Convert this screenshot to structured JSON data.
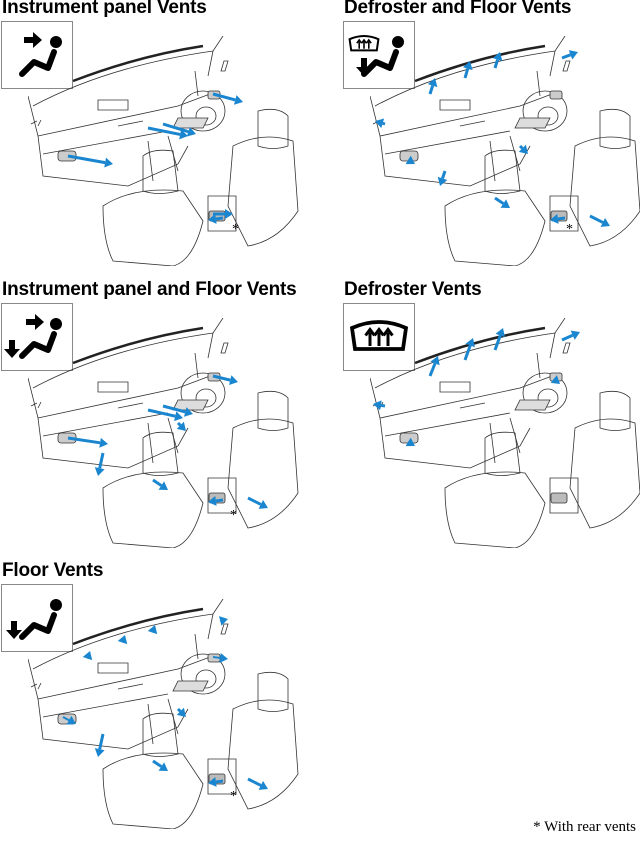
{
  "sections": [
    {
      "title": "Instrument panel Vents",
      "mode": "panel",
      "icon": "panel-vent-icon",
      "note": "*"
    },
    {
      "title": "Defroster and Floor Vents",
      "mode": "defrost-floor",
      "icon": "defrost-floor-vent-icon",
      "note": "*"
    },
    {
      "title": "Instrument panel and Floor Vents",
      "mode": "panel-floor",
      "icon": "panel-floor-vent-icon",
      "note": "*"
    },
    {
      "title": "Defroster Vents",
      "mode": "defrost",
      "icon": "defrost-vent-icon",
      "note": ""
    },
    {
      "title": "Floor Vents",
      "mode": "floor",
      "icon": "floor-vent-icon",
      "note": "*"
    }
  ],
  "footnote": "* With rear vents",
  "colors": {
    "arrow": "#1a86d0",
    "line": "#333333"
  }
}
